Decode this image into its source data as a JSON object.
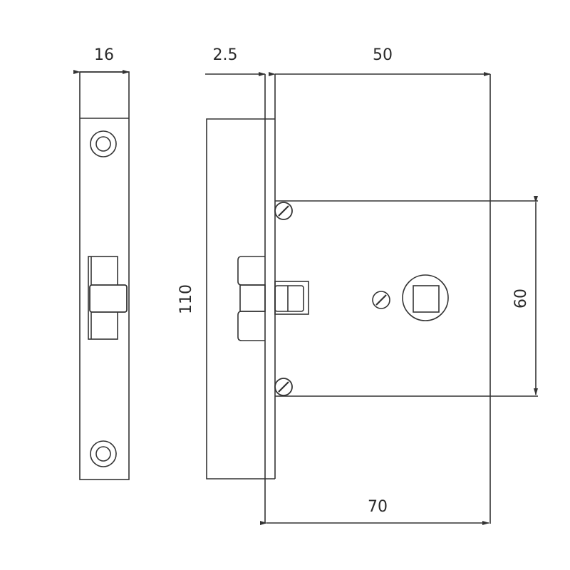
{
  "drawing": {
    "subject": "Mortise lock technical drawing",
    "views": [
      "front-faceplate-view",
      "side-section-view"
    ],
    "dimensions": {
      "faceplate_width": "16",
      "faceplate_thickness": "2.5",
      "backset": "50",
      "faceplate_height": "110",
      "screw_spacing": "60",
      "body_depth": "70"
    },
    "units": "mm",
    "colors": {
      "line": "#333333",
      "background": "#ffffff"
    }
  }
}
